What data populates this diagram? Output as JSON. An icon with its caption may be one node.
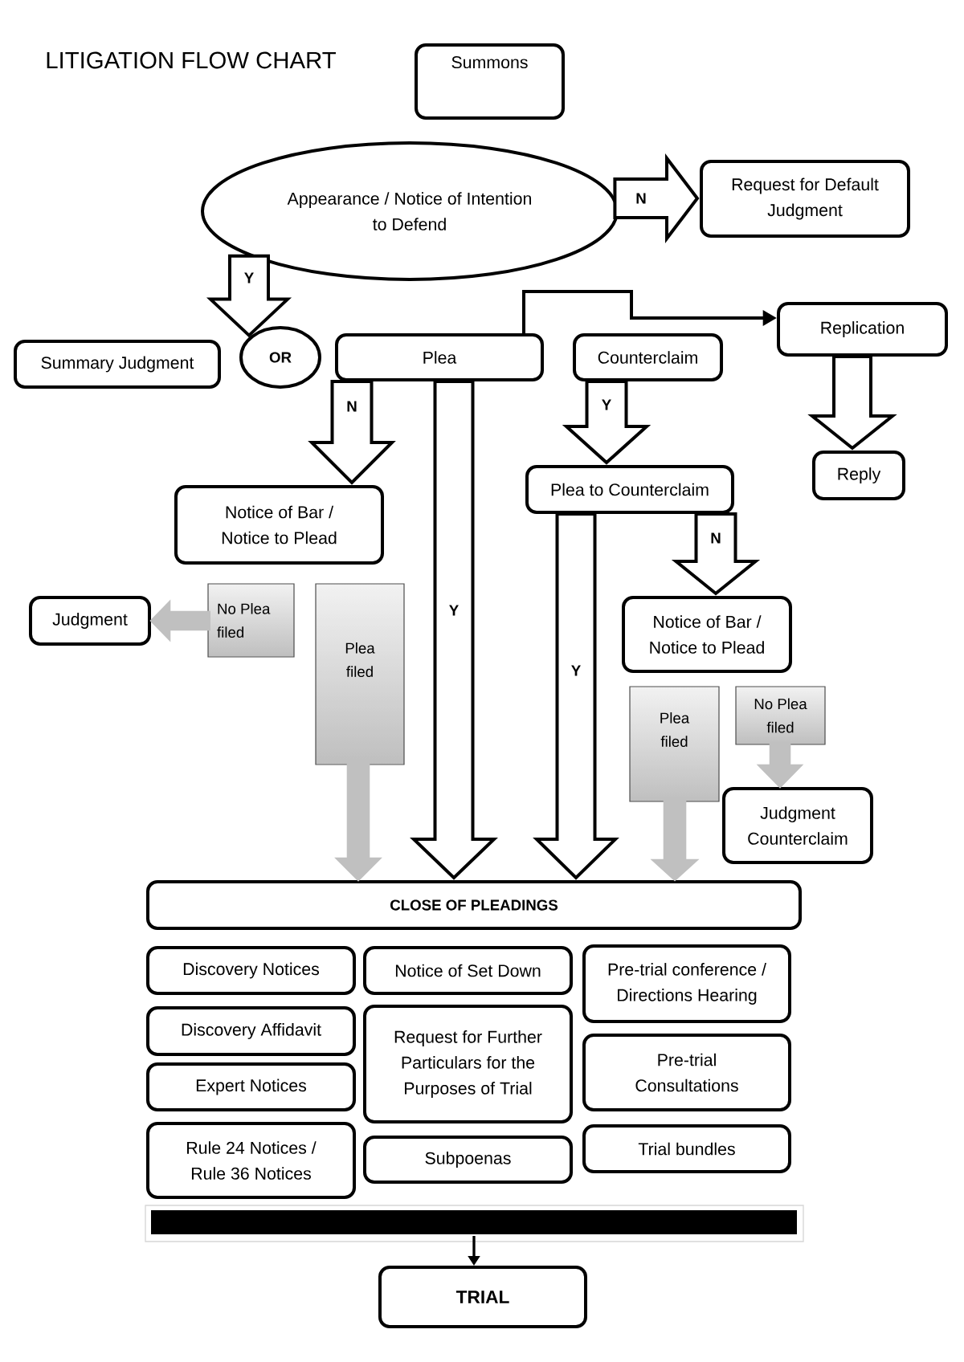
{
  "diagram": {
    "title": "LITIGATION FLOW CHART",
    "nodes": [
      {
        "text": [
          "Summons"
        ]
      },
      {
        "text": [
          "Appearance / Notice of Intention to Defend"
        ]
      },
      {
        "text": [
          "Request for Default Judgment"
        ]
      },
      {
        "text": [
          "Summary Judgment"
        ]
      },
      {
        "text": [
          "OR"
        ]
      },
      {
        "text": [
          "Plea"
        ]
      },
      {
        "text": [
          "Counterclaim"
        ]
      },
      {
        "text": [
          "Replication"
        ]
      },
      {
        "text": [
          "Reply"
        ]
      },
      {
        "text": [
          "Plea to Counterclaim"
        ]
      },
      {
        "text": [
          "Notice of Bar / Notice to Plead"
        ]
      },
      {
        "text": [
          "Judgment"
        ]
      },
      {
        "text": [
          "No Plea filed"
        ]
      },
      {
        "text": [
          "Plea filed"
        ]
      },
      {
        "text": [
          "Notice of Bar / Notice to Plead"
        ]
      },
      {
        "text": [
          "Plea filed"
        ]
      },
      {
        "text": [
          "No Plea filed"
        ]
      },
      {
        "text": [
          "Judgment Counterclaim"
        ]
      },
      {
        "text": [
          "CLOSE OF PLEADINGS"
        ]
      },
      {
        "text": [
          "Discovery Notices"
        ]
      },
      {
        "text": [
          "Notice of Set Down"
        ]
      },
      {
        "text": [
          "Pre-trial conference / Directions Hearing"
        ]
      },
      {
        "text": [
          "Discovery Affidavit"
        ]
      },
      {
        "text": [
          "Request for Further Particulars for the Purposes of Trial"
        ]
      },
      {
        "text": [
          "Expert Notices"
        ]
      },
      {
        "text": [
          "Pre-trial Consultations"
        ]
      },
      {
        "text": [
          "Rule 24 Notices / Rule 36 Notices"
        ]
      },
      {
        "text": [
          "Subpoenas"
        ]
      },
      {
        "text": [
          "Trial bundles"
        ]
      },
      {
        "text": [],
        "shape": "bar"
      },
      {
        "text": [
          "TRIAL"
        ]
      }
    ],
    "edges": [
      {
        "from": 1,
        "to": 2,
        "arrow": "to",
        "label": "N"
      },
      {
        "from": 1,
        "to": 4,
        "arrow": "to",
        "label": "Y"
      },
      {
        "from": 5,
        "to": 7,
        "arrow": "to"
      },
      {
        "from": 5,
        "to": 10,
        "arrow": "to",
        "label": "N"
      },
      {
        "from": 5,
        "to": 18,
        "arrow": "to",
        "label": "Y"
      },
      {
        "from": 6,
        "to": 9,
        "arrow": "to",
        "label": "Y"
      },
      {
        "from": 7,
        "to": 8,
        "arrow": "to"
      },
      {
        "from": 9,
        "to": 18,
        "arrow": "to",
        "label": "Y"
      },
      {
        "from": 9,
        "to": 14,
        "arrow": "to",
        "label": "N"
      },
      {
        "from": 12,
        "to": 11,
        "arrow": "to",
        "color": "#c0c0c0"
      },
      {
        "from": 13,
        "to": 18,
        "arrow": "to",
        "color": "#c0c0c0"
      },
      {
        "from": 15,
        "to": 18,
        "arrow": "to",
        "color": "#c0c0c0"
      },
      {
        "from": 16,
        "to": 17,
        "arrow": "to",
        "color": "#c0c0c0"
      },
      {
        "from": 29,
        "to": 30,
        "arrow": "to"
      }
    ]
  }
}
